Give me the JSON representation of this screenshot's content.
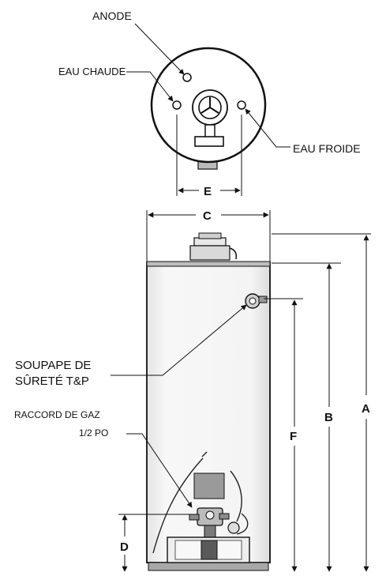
{
  "labels": {
    "anode": "ANODE",
    "hot_water": "EAU CHAUDE",
    "cold_water": "EAU FROIDE",
    "relief_valve_line1": "SOUPAPE DE",
    "relief_valve_line2": "SÛRETÉ T&P",
    "gas_connection_line1": "RACCORD DE GAZ",
    "gas_connection_line2": "1/2 PO"
  },
  "dimensions": {
    "a": "A",
    "b": "B",
    "c": "C",
    "d": "D",
    "e": "E",
    "f": "F"
  },
  "colors": {
    "line": "#111111",
    "tank_fill": "#f6f6f6",
    "tank_shade": "#d9d9d9",
    "part": "#9a9a9a"
  }
}
